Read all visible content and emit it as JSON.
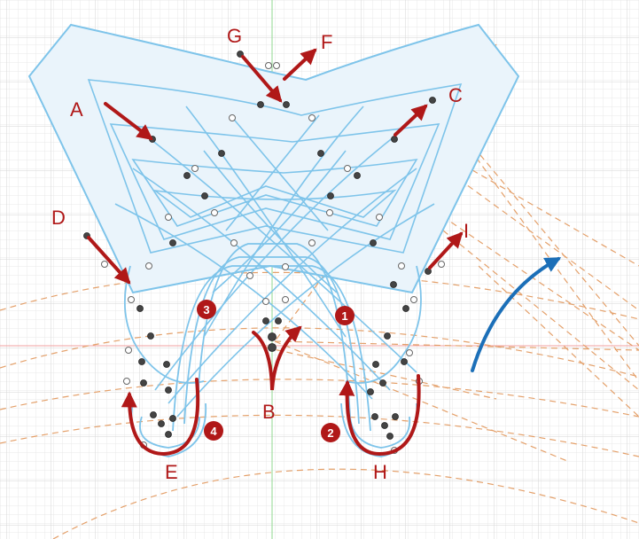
{
  "colors": {
    "grid_minor": "#e9e9e9",
    "grid_major": "#d6d6d6",
    "axis_x": "#f2a0a0",
    "axis_y": "#8fd88f",
    "shape_fill": "#eaf4fb",
    "curve": "#7ec4ea",
    "guide": "#e4a06a",
    "marker": "#b01818",
    "highlight": "#1b6fb8"
  },
  "labels": {
    "a": "A",
    "b": "B",
    "c": "C",
    "d": "D",
    "e": "E",
    "f": "F",
    "g": "G",
    "h": "H",
    "i": "I"
  },
  "badges": {
    "one": "1",
    "two": "2",
    "three": "3",
    "four": "4"
  }
}
